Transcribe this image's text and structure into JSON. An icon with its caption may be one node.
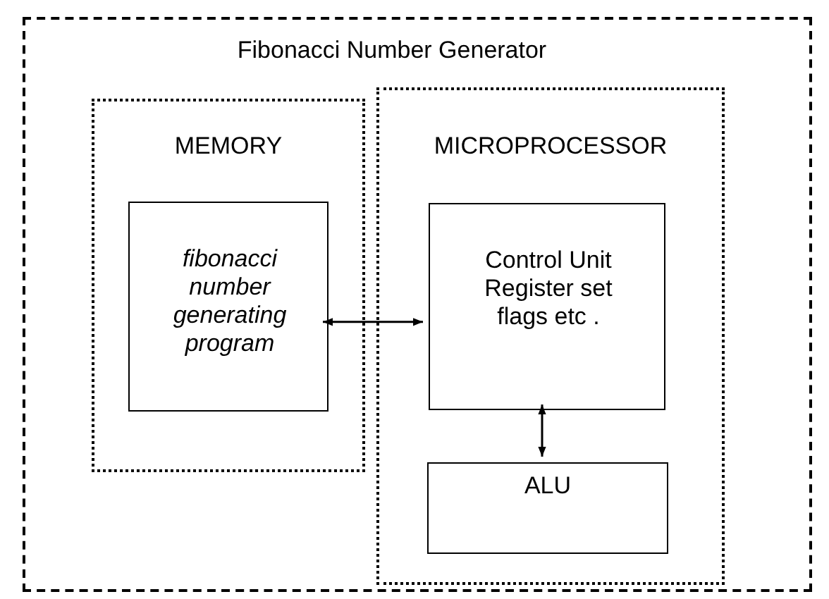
{
  "diagram": {
    "nodes": [
      {
        "text": [
          "Fibonacci Number Generator"
        ]
      },
      {
        "text": [
          "MEMORY"
        ],
        "in": 0
      },
      {
        "text": [
          "fibonacci number generating program"
        ],
        "in": 1
      },
      {
        "text": [
          "MICROPROCESSOR"
        ],
        "in": 0
      },
      {
        "text": [
          "Control Unit Register set flags etc ."
        ],
        "in": 3
      },
      {
        "text": [
          "ALU"
        ],
        "in": 3
      }
    ],
    "edges": [
      {
        "from": 2,
        "to": 4,
        "arrow": "both"
      },
      {
        "from": 4,
        "to": 5,
        "arrow": "both"
      }
    ]
  }
}
